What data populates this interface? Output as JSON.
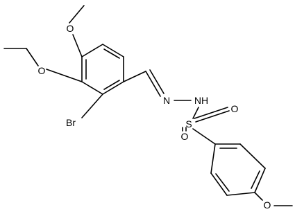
{
  "atoms": {
    "o_methoxy_top": "O",
    "o_ethoxy": "O",
    "br": "Br",
    "n_imine": "N",
    "nh": "NH",
    "s": "S",
    "o_sulfonyl_right": "O",
    "o_sulfonyl_bottom": "O",
    "o_methoxy_bottom": "O"
  },
  "colors": {
    "bond": "#000000",
    "text": "#000000",
    "background": "#ffffff"
  }
}
